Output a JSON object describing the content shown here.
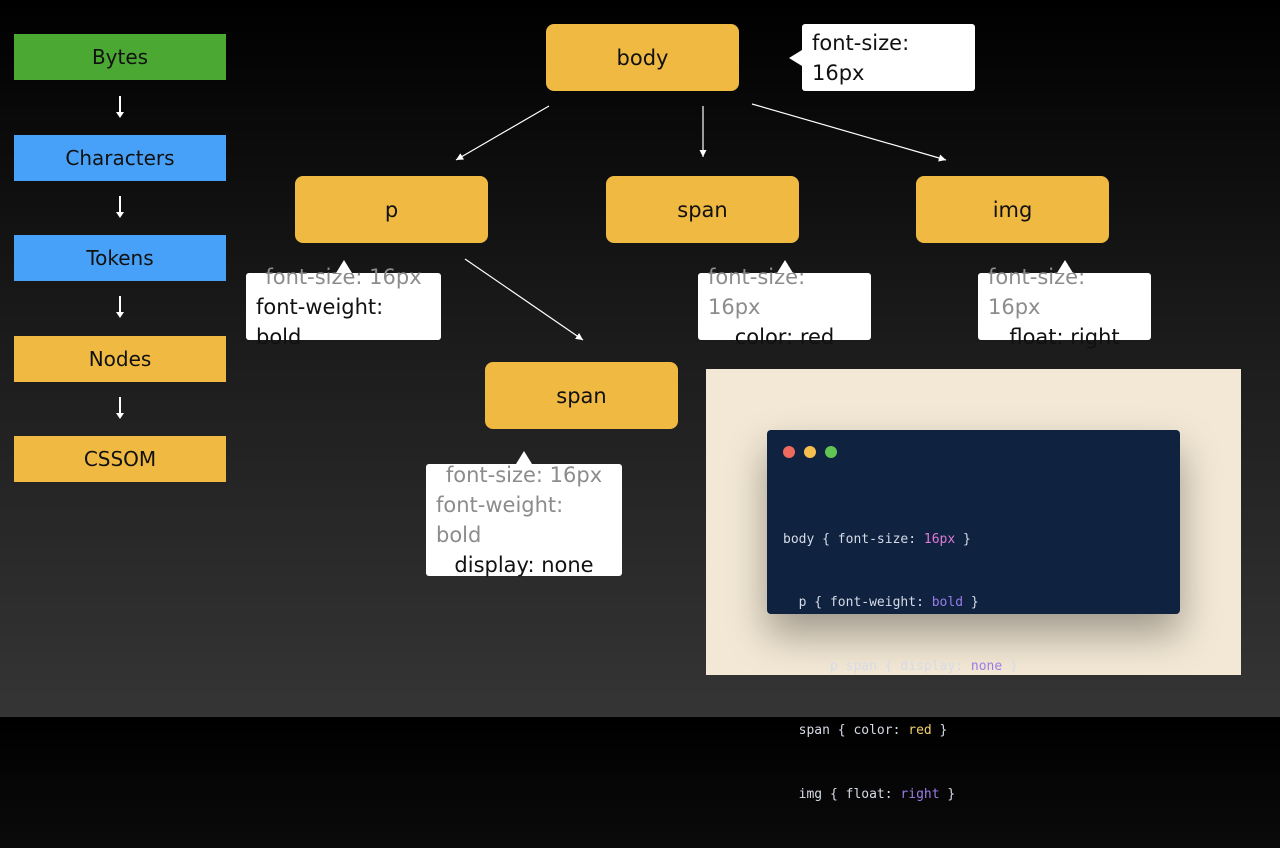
{
  "pipeline": [
    {
      "label": "Bytes",
      "color": "#4ba933"
    },
    {
      "label": "Characters",
      "color": "#48a1f9"
    },
    {
      "label": "Tokens",
      "color": "#48a1f9"
    },
    {
      "label": "Nodes",
      "color": "#efb942"
    },
    {
      "label": "CSSOM",
      "color": "#efb942"
    }
  ],
  "nodes": {
    "body": "body",
    "p": "p",
    "span": "span",
    "img": "img",
    "p_span": "span"
  },
  "tooltips": {
    "body": [
      "font-size: 16px"
    ],
    "p": {
      "inherited": "font-size: 16px",
      "own": "font-weight: bold"
    },
    "span": {
      "inherited": "font-size: 16px",
      "own": "color: red"
    },
    "img": {
      "inherited": "font-size: 16px",
      "own": "float: right"
    },
    "p_span": {
      "inherited1": "font-size: 16px",
      "inherited2": "font-weight: bold",
      "own": "display: none"
    }
  },
  "code": {
    "window_dots": [
      "#ed6a5e",
      "#f5bf4f",
      "#61c554"
    ],
    "lines": [
      {
        "indent": "",
        "selector": "body",
        "prop": "font-size",
        "value": "16px",
        "value_color": "pink"
      },
      {
        "indent": "  ",
        "selector": "p",
        "prop": "font-weight",
        "value": "bold",
        "value_color": "purple"
      },
      {
        "indent": "      ",
        "selector": "p span",
        "prop": "display",
        "value": "none",
        "value_color": "purple"
      },
      {
        "indent": "  ",
        "selector": "span",
        "prop": "color",
        "value": "red",
        "value_color": "yellow"
      },
      {
        "indent": "  ",
        "selector": "img",
        "prop": "float",
        "value": "right",
        "value_color": "purple"
      }
    ]
  }
}
